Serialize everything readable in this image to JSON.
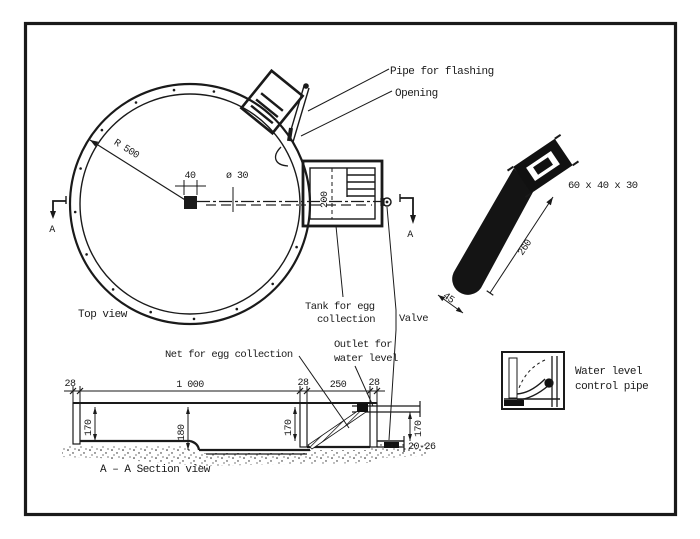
{
  "drawing": {
    "top_view": {
      "label": "Top view",
      "radius_dim": "R 500",
      "drain_dim": "40",
      "pipe_dim": "ø 30",
      "tank_dim": "200",
      "pipe_for_flashing_label": "Pipe for flashing",
      "opening_label": "Opening",
      "tank_label_line1": "Tank for egg",
      "tank_label_line2": "collection",
      "valve_label": "Valve",
      "section_marker": "A"
    },
    "net_detail": {
      "frame_dim": "60 x 40 x 30",
      "length_dim": "260",
      "tip_dim": "45"
    },
    "section_view": {
      "label": "A – A Section view",
      "net_label": "Net for egg collection",
      "outlet_label_line1": "Outlet for",
      "outlet_label_line2": "water level",
      "dims": {
        "wall_left": "28",
        "main_length": "1 000",
        "wall_mid": "28",
        "chamber_length": "250",
        "wall_right": "28",
        "depth_left": "170",
        "depth_center": "180",
        "depth_right": "170",
        "outlet_height": "170",
        "outlet_pipe": "20-26"
      }
    },
    "pipe_detail": {
      "label_line1": "Water level",
      "label_line2": "control pipe"
    }
  },
  "colors": {
    "ink": "#1a1a1a",
    "paper": "#ffffff"
  }
}
